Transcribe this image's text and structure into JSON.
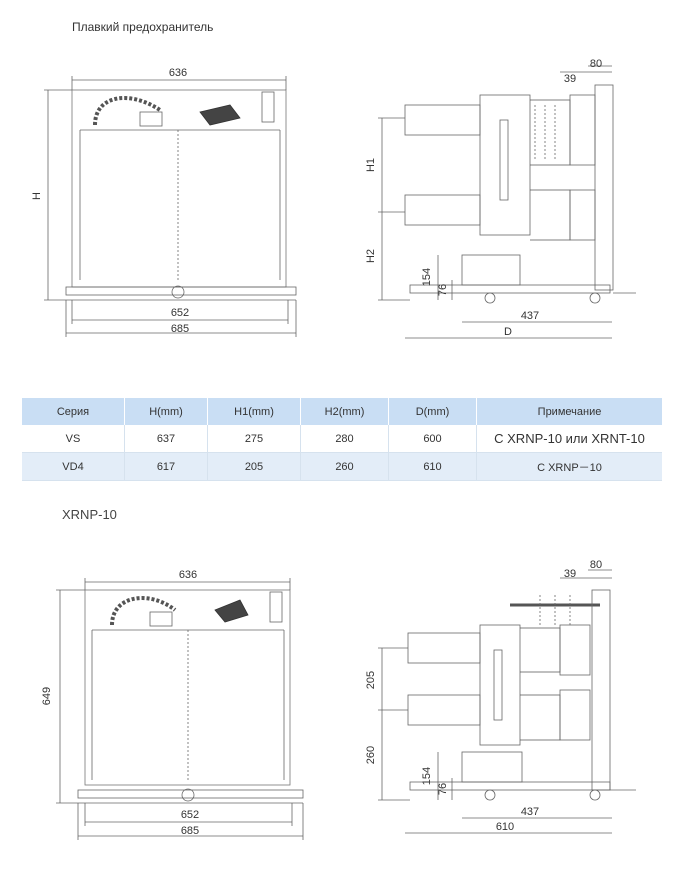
{
  "page": {
    "title": "Плавкий предохранитель",
    "subtitle": "XRNP-10"
  },
  "drawing_top": {
    "front_width": "636",
    "front_height_label": "H",
    "base_inner": "652",
    "base_outer": "685",
    "side_top_small": "80",
    "side_top_offset": "39",
    "side_h1": "H1",
    "side_h2": "H2",
    "side_154": "154",
    "side_76": "76",
    "side_437": "437",
    "side_d": "D"
  },
  "table": {
    "headers": [
      "Серия",
      "H(mm)",
      "H1(mm)",
      "H2(mm)",
      "D(mm)",
      "Примечание"
    ],
    "rows": [
      [
        "VS",
        "637",
        "275",
        "280",
        "600",
        "С XRNP-10 или XRNT-10"
      ],
      [
        "VD4",
        "617",
        "205",
        "260",
        "610",
        "С  XRNP－10"
      ]
    ]
  },
  "drawing_bottom": {
    "front_width": "636",
    "front_height": "649",
    "base_inner": "652",
    "base_outer": "685",
    "side_top_small": "80",
    "side_top_offset": "39",
    "side_h1": "205",
    "side_h2": "260",
    "side_154": "154",
    "side_76": "76",
    "side_437": "437",
    "side_d": "610"
  }
}
